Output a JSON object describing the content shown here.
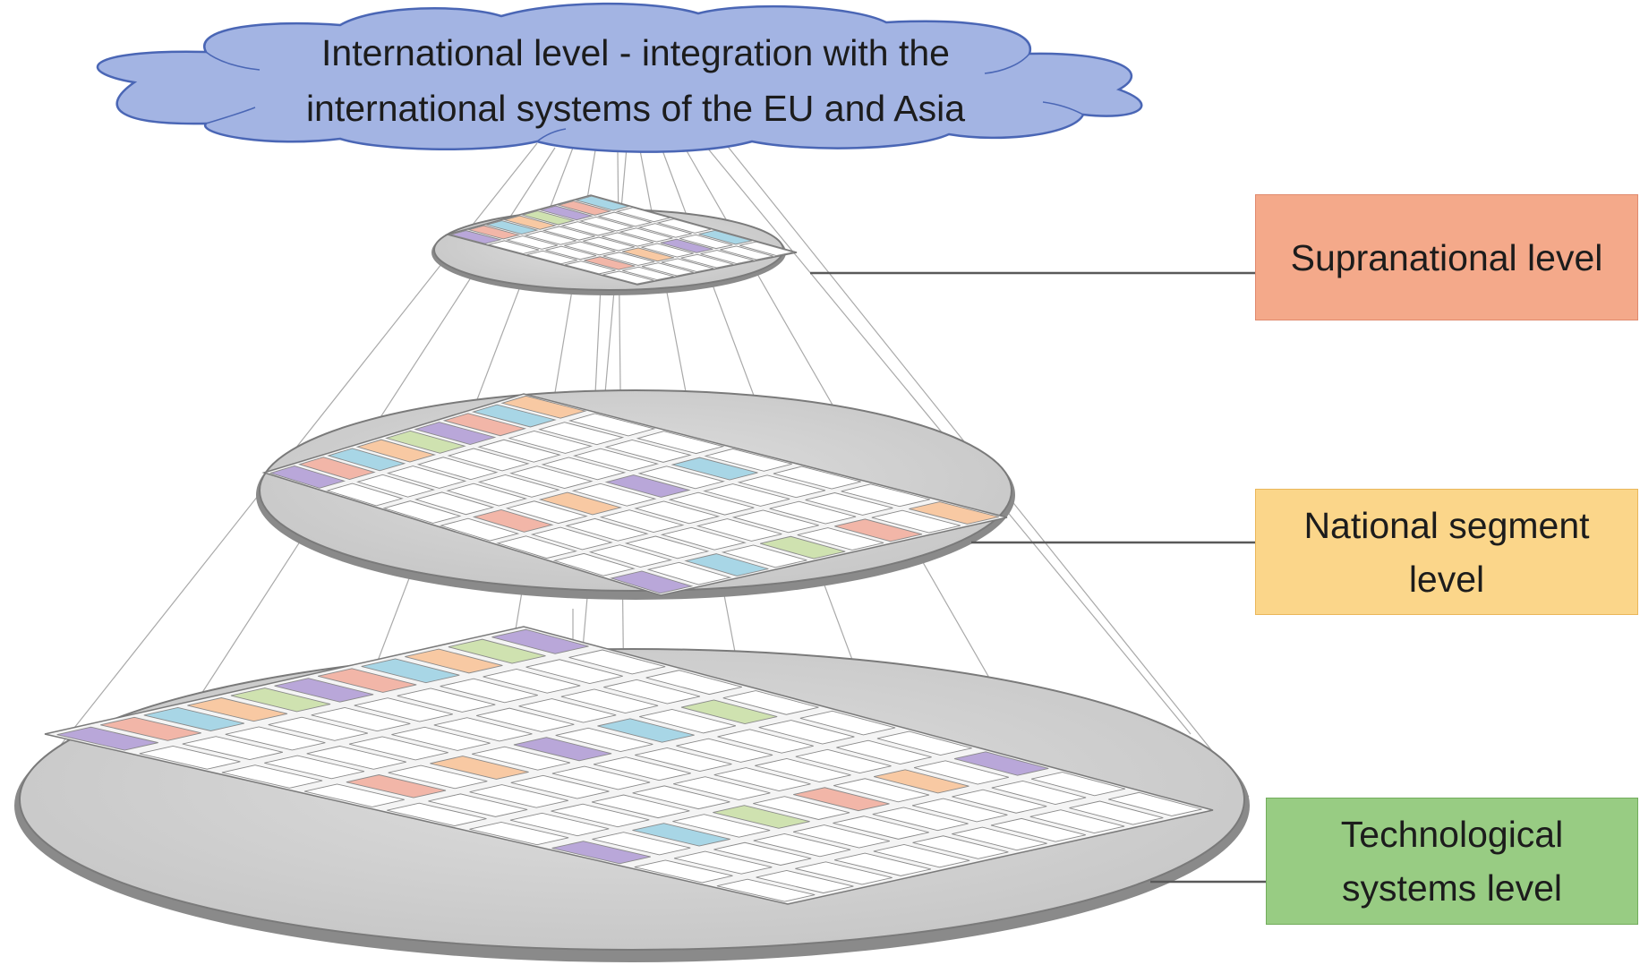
{
  "cloud": {
    "line1": "International level - integration with the",
    "line2": "international systems of the EU and Asia"
  },
  "levels": {
    "supranational": "Supranational level",
    "national": [
      "National segment",
      "level"
    ],
    "technological": [
      "Technological",
      "systems level"
    ]
  },
  "colors": {
    "cloud_fill": "#a3b4e3",
    "cloud_stroke": "#4a66b5",
    "ellipse_fill": "#d6d6d6",
    "supranational_box": "#f4a98a",
    "national_box": "#fbd68a",
    "technological_box": "#98cc83",
    "connector": "#595959",
    "cells": [
      "#b9a7d9",
      "#f2b6a8",
      "#a8d6e6",
      "#f8c9a3",
      "#cfe2b0",
      "#ffffff"
    ]
  }
}
